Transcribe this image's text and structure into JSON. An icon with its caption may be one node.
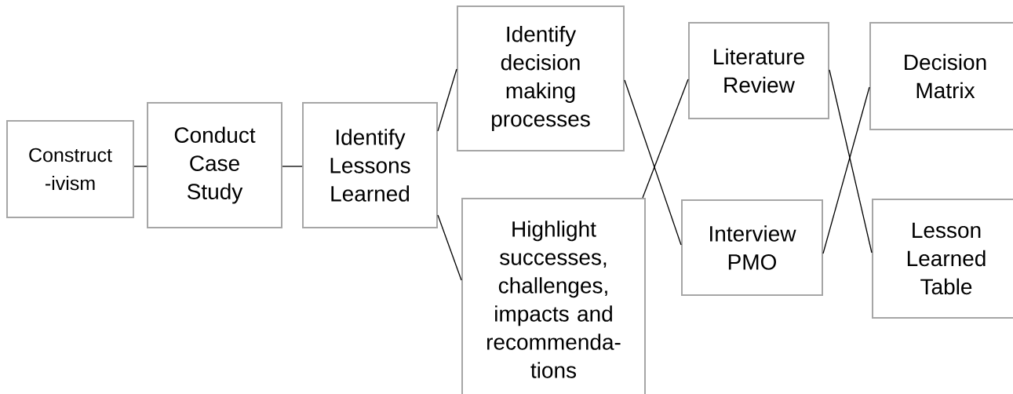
{
  "diagram": {
    "nodes": [
      {
        "text": [
          "Construct -ivism"
        ]
      },
      {
        "text": [
          "Conduct Case Study"
        ]
      },
      {
        "text": [
          "Identify Lessons Learned"
        ]
      },
      {
        "text": [
          "Identify decision making processes"
        ]
      },
      {
        "text": [
          "Highlight successes, challenges, impacts and recommenda- tions"
        ]
      },
      {
        "text": [
          "Literature Review"
        ]
      },
      {
        "text": [
          "Interview PMO"
        ]
      },
      {
        "text": [
          "Decision Matrix"
        ]
      },
      {
        "text": [
          "Lesson Learned Table"
        ]
      }
    ],
    "edges": [
      {
        "from": 0,
        "to": 1,
        "arrow": "none"
      },
      {
        "from": 1,
        "to": 2,
        "arrow": "none"
      },
      {
        "from": 2,
        "to": 3,
        "arrow": "none"
      },
      {
        "from": 2,
        "to": 4,
        "arrow": "none"
      },
      {
        "from": 3,
        "to": 6,
        "arrow": "none"
      },
      {
        "from": 4,
        "to": 5,
        "arrow": "none"
      },
      {
        "from": 5,
        "to": 8,
        "arrow": "none"
      },
      {
        "from": 6,
        "to": 7,
        "arrow": "none"
      }
    ]
  }
}
